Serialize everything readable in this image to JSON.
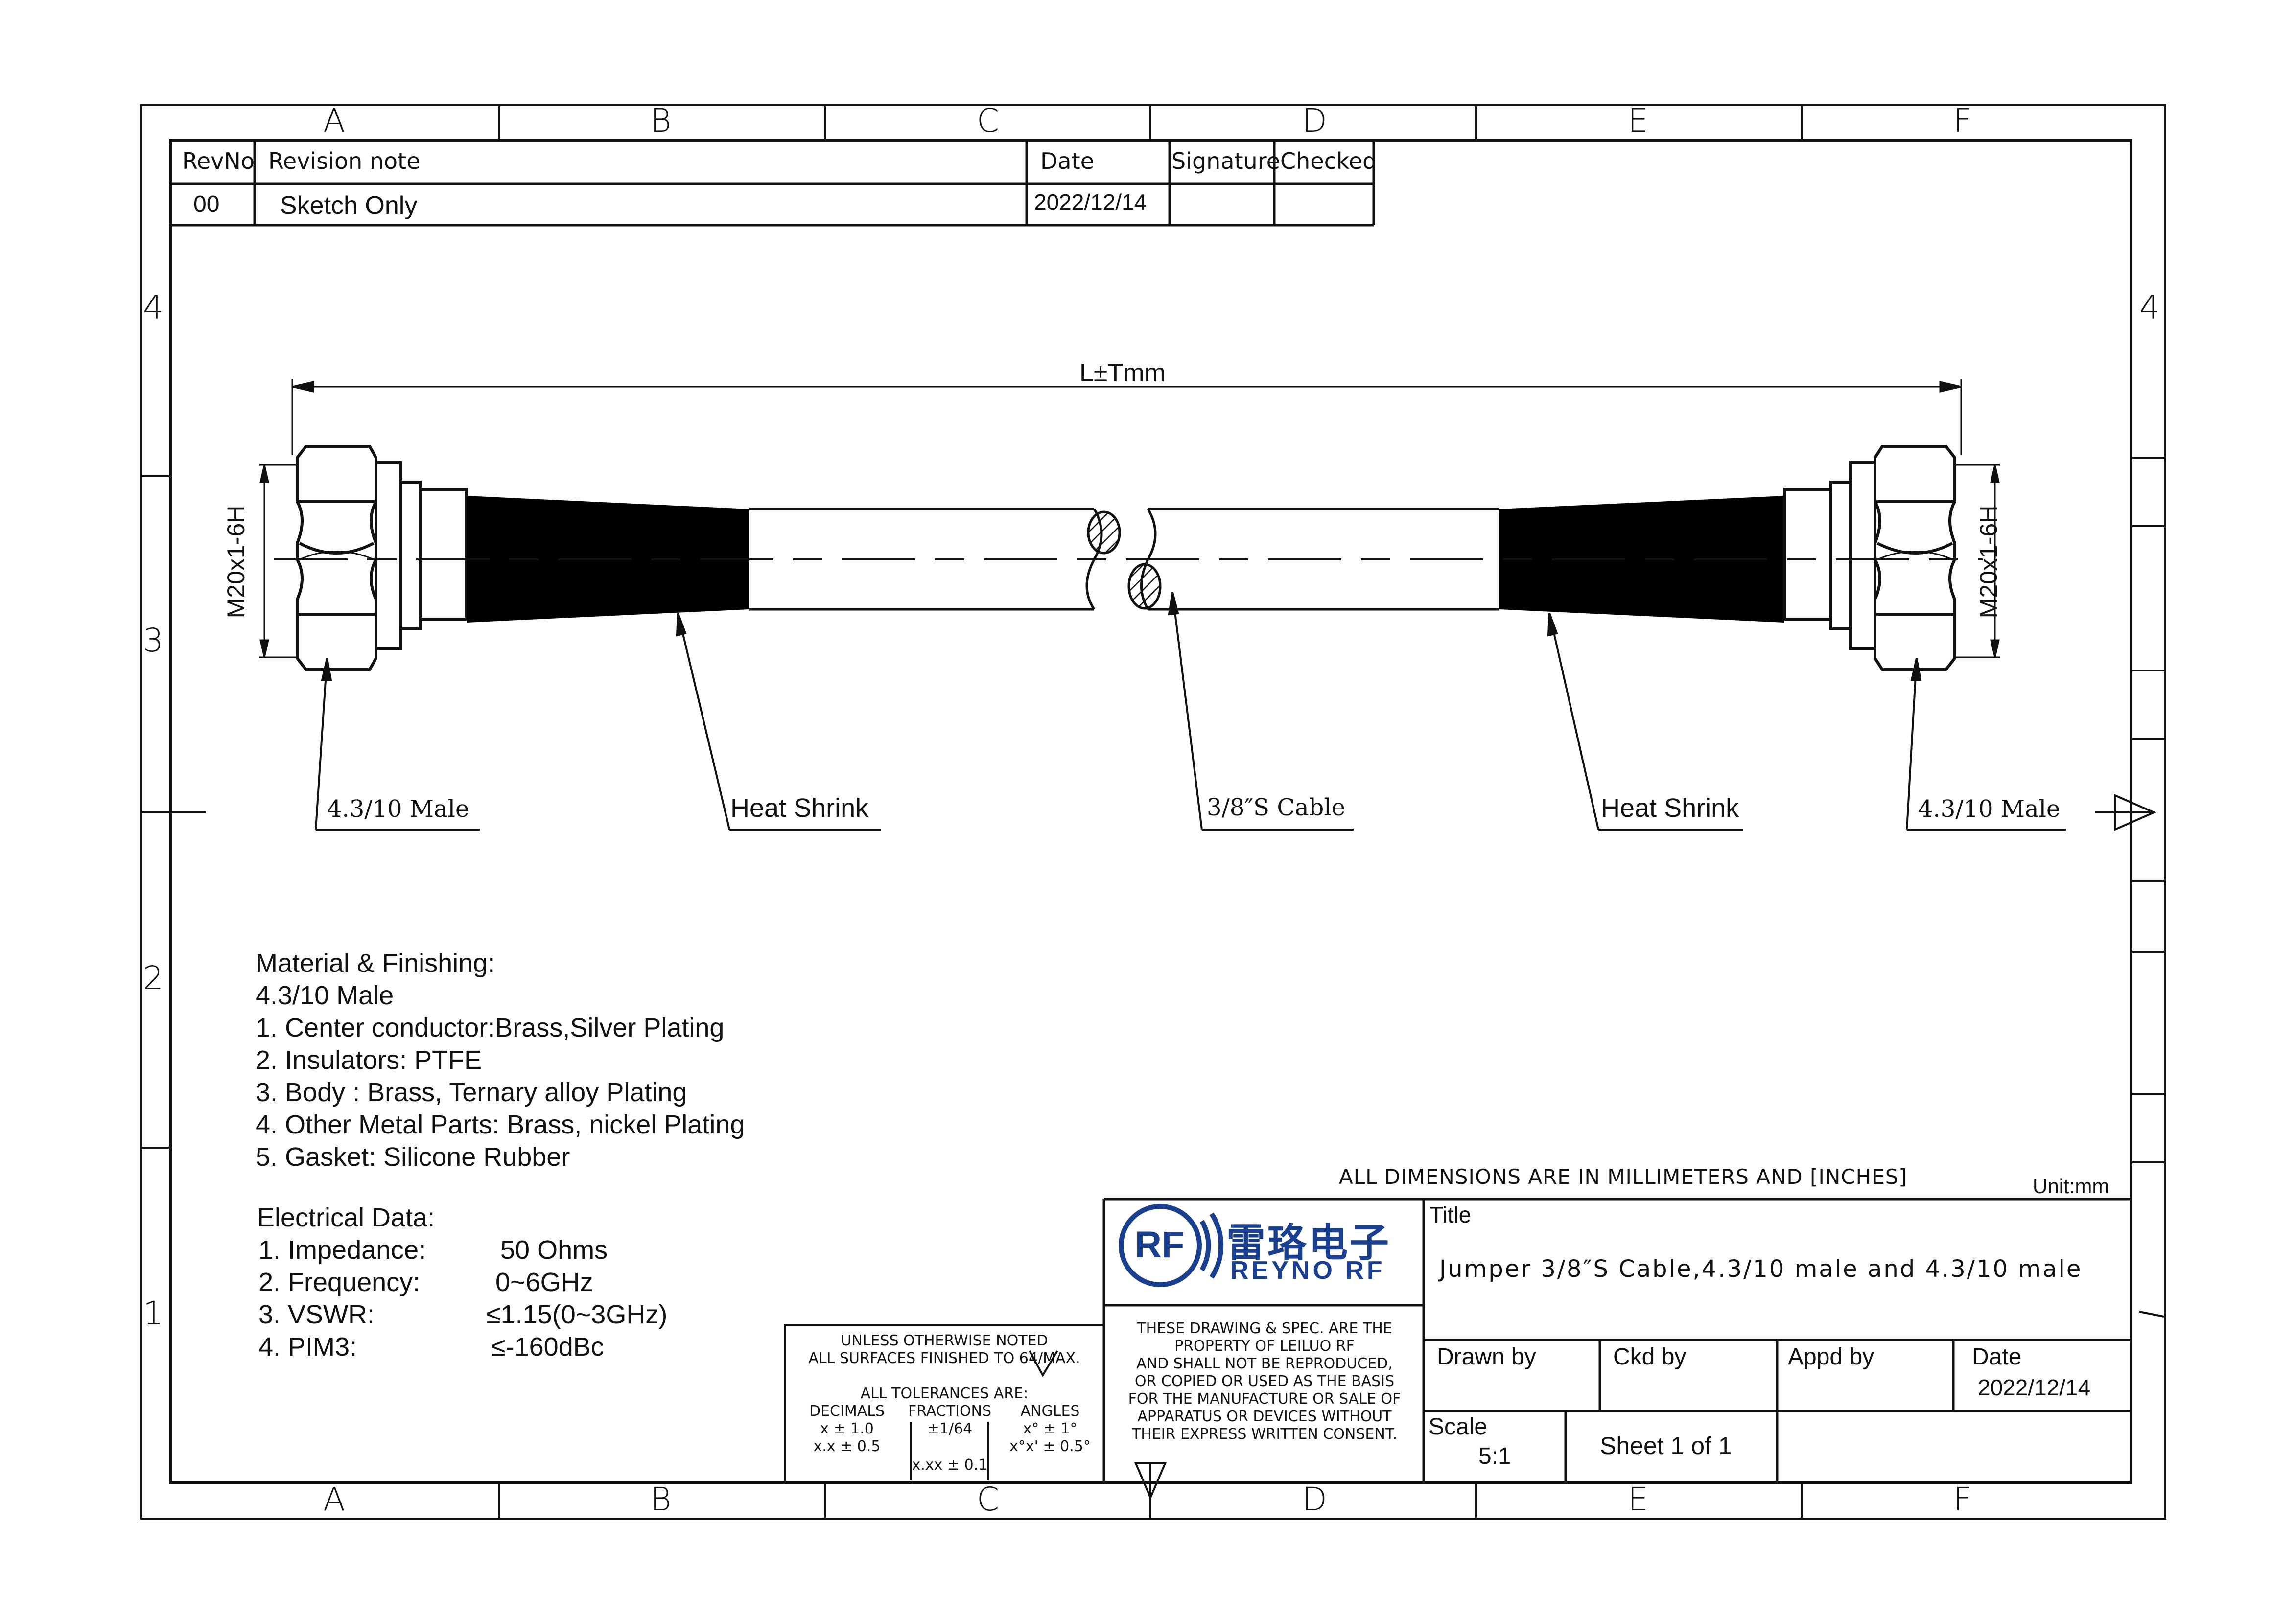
{
  "zones": {
    "columns": [
      "A",
      "B",
      "C",
      "D",
      "E",
      "F"
    ],
    "rows": [
      "4",
      "3",
      "2",
      "1"
    ]
  },
  "revision_table": {
    "headers": [
      "RevNo",
      "Revision note",
      "Date",
      "Signature",
      "Checked"
    ],
    "rows": [
      {
        "revno": "00",
        "note": "Sketch Only",
        "date": "2022/12/14",
        "signature": "",
        "checked": ""
      }
    ]
  },
  "drawing": {
    "length_dim": "L±Tmm",
    "thread_left": "M20x1-6H",
    "thread_right": "M20x1-6H",
    "callouts": {
      "left_connector": "4.3/10 Male",
      "left_heat_shrink": "Heat Shrink",
      "cable": "3/8″S Cable",
      "right_heat_shrink": "Heat Shrink",
      "right_connector": "4.3/10 Male"
    }
  },
  "notes": {
    "material_title": "Material & Finishing:",
    "material_lines": [
      "4.3/10 Male",
      "1. Center conductor:Brass,Silver Plating",
      "2. Insulators: PTFE",
      "3. Body :  Brass, Ternary alloy Plating",
      "4. Other Metal Parts: Brass, nickel Plating",
      "5.  Gasket: Silicone Rubber"
    ],
    "electrical_title": "Electrical Data:",
    "electrical": [
      {
        "label": "1. Impedance:",
        "value": "50 Ohms"
      },
      {
        "label": "2. Frequency:",
        "value": "0~6GHz"
      },
      {
        "label": "3. VSWR:",
        "value": "≤1.15(0~3GHz)"
      },
      {
        "label": "4. PIM3:",
        "value": "≤-160dBc"
      }
    ]
  },
  "tolerances": {
    "line1": "UNLESS OTHERWISE NOTED",
    "line2": "ALL SURFACES FINISHED TO 64/MAX.",
    "line3": "ALL TOLERANCES ARE:",
    "decimals_title": "DECIMALS",
    "decimals": [
      "x ± 1.0",
      "x.x ± 0.5"
    ],
    "fractions_title": "FRACTIONS",
    "fractions": [
      "±1/64",
      "x.xx ± 0.1"
    ],
    "angles_title": "ANGLES",
    "angles": [
      "x° ± 1°",
      "x°x' ± 0.5°"
    ]
  },
  "title_block": {
    "dimensions_note": "ALL DIMENSIONS ARE IN MILLIMETERS AND [INCHES]",
    "unit": "Unit:mm",
    "logo_cn": "雷珞电子",
    "logo_en": "REYNO RF",
    "logo_mark": "RF",
    "disclaimer": [
      "THESE DRAWING & SPEC. ARE THE",
      "PROPERTY OF LEILUO RF",
      "AND SHALL NOT BE REPRODUCED,",
      "OR COPIED OR USED AS THE BASIS",
      "FOR THE MANUFACTURE OR SALE OF",
      "APPARATUS OR DEVICES WITHOUT",
      "THEIR EXPRESS WRITTEN CONSENT."
    ],
    "title_label": "Title",
    "title_value": "Jumper 3/8″S Cable,4.3/10 male and 4.3/10 male",
    "drawn_by_label": "Drawn by",
    "ckd_by_label": "Ckd by",
    "appd_by_label": "Appd by",
    "date_label": "Date",
    "date_value": "2022/12/14",
    "scale_label": "Scale",
    "scale_value": "5:1",
    "sheet": "Sheet 1 of 1"
  },
  "colors": {
    "line": "#111111",
    "logo_blue": "#1b3f8f",
    "heat_shrink": "#000000"
  }
}
